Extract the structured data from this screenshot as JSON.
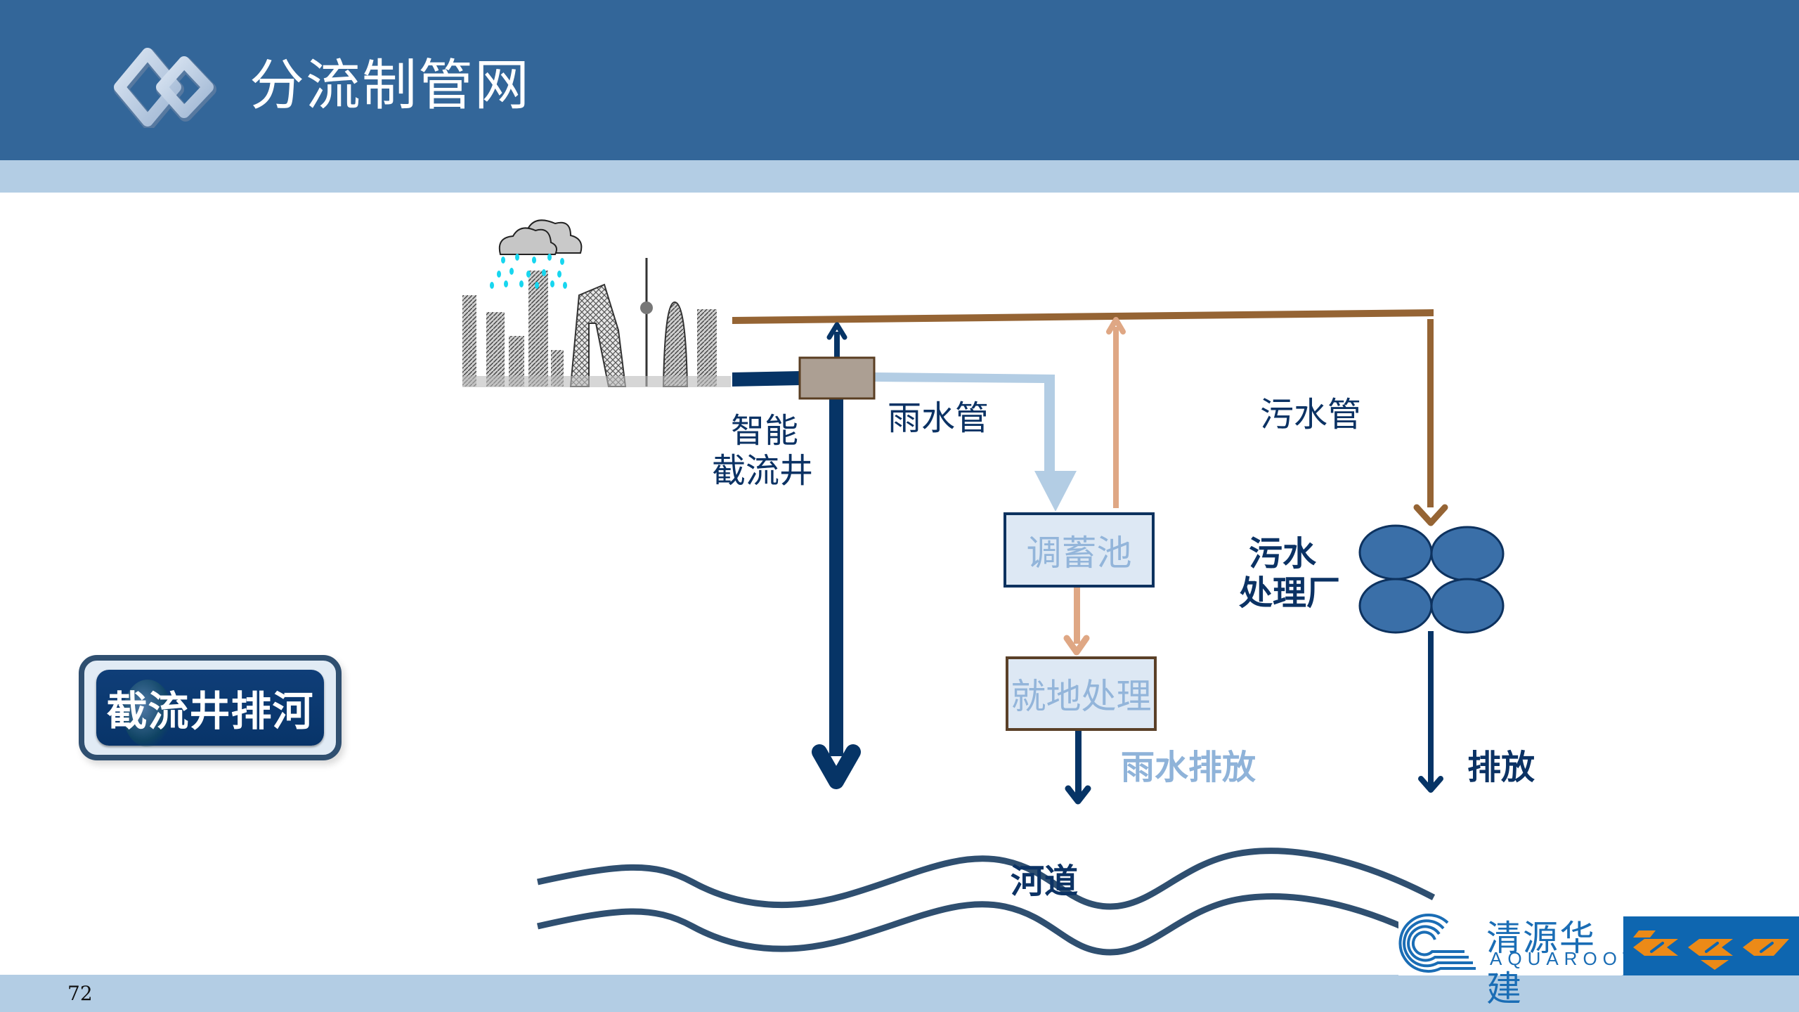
{
  "header": {
    "title": "分流制管网",
    "logo_icon": "interlocked-diamonds-icon"
  },
  "diagram": {
    "city_illustration": "city-skyline-with-rain-cloud",
    "labels": {
      "smart_interception_well_line1": "智能",
      "smart_interception_well_line2": "截流井",
      "rainwater_pipe": "雨水管",
      "sewage_pipe": "污水管",
      "storage_tank": "调蓄池",
      "local_treatment": "就地处理",
      "rainwater_discharge": "雨水排放",
      "sewage_plant_line1": "污水",
      "sewage_plant_line2": "处理厂",
      "discharge": "排放",
      "river": "河道"
    },
    "colors": {
      "sewage_pipe": "#956434",
      "rainwater_pipe": "#b3cde4",
      "main_flow": "#063466",
      "overflow": "#dfa784",
      "plant": "#3a6fa8",
      "well": "#ac9f93"
    }
  },
  "action_button": {
    "label": "截流井排河"
  },
  "branding": {
    "aquaroot_cn": "清源华建",
    "aquaroot_en": "AQUAROOT",
    "partner_logo": "bgu-logo"
  },
  "footer": {
    "page_number": "72"
  }
}
